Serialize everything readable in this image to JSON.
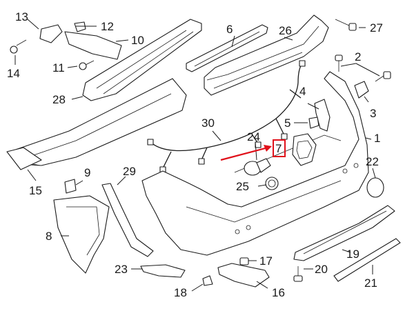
{
  "diagram": {
    "callouts": [
      "1",
      "2",
      "3",
      "4",
      "5",
      "6",
      "7",
      "8",
      "9",
      "10",
      "11",
      "12",
      "13",
      "14",
      "15",
      "16",
      "17",
      "18",
      "19",
      "20",
      "21",
      "22",
      "23",
      "24",
      "25",
      "26",
      "27",
      "28",
      "29",
      "30"
    ],
    "highlight": {
      "label": "7",
      "box_color": "#e0101a",
      "arrow_color": "#e0101a"
    },
    "line_color": "#1a1a1a",
    "background": "#ffffff"
  }
}
